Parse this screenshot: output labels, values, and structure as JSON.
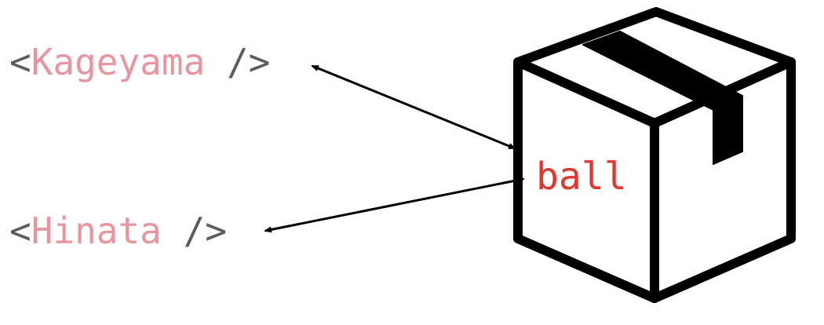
{
  "components": [
    {
      "open": "<",
      "name": "Kageyama",
      "close": " />"
    },
    {
      "open": "<",
      "name": "Hinata",
      "close": " />"
    }
  ],
  "box": {
    "label": "ball",
    "icon": "package-box-icon"
  },
  "colors": {
    "tag_name": "#e9959f",
    "tag_bracket": "#5c5c5c",
    "box_label": "#e2372e",
    "outline": "#000000",
    "arrow": "#000000"
  }
}
